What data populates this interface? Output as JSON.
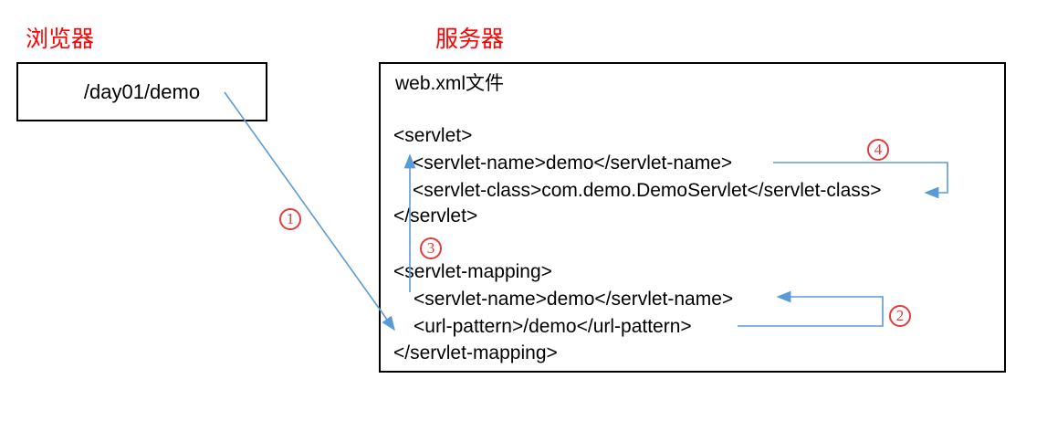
{
  "diagram": {
    "browser": {
      "title": "浏览器",
      "request_path": "/day01/demo"
    },
    "server": {
      "title": "服务器",
      "file_label": "web.xml文件",
      "code": [
        "<servlet>",
        "<servlet-name>demo</servlet-name>",
        "<servlet-class>com.demo.DemoServlet</servlet-class>",
        "</servlet>",
        "<servlet-mapping>",
        "<servlet-name>demo</servlet-name>",
        "<url-pattern>/demo</url-pattern>",
        "</servlet-mapping>"
      ]
    },
    "steps": [
      {
        "label": "1"
      },
      {
        "label": "2"
      },
      {
        "label": "3"
      },
      {
        "label": "4"
      }
    ],
    "colors": {
      "arrow_blue": "#5b9bd5",
      "label_red": "#ff0000",
      "circle_red": "#e03c3c",
      "line_black": "#000000"
    }
  }
}
